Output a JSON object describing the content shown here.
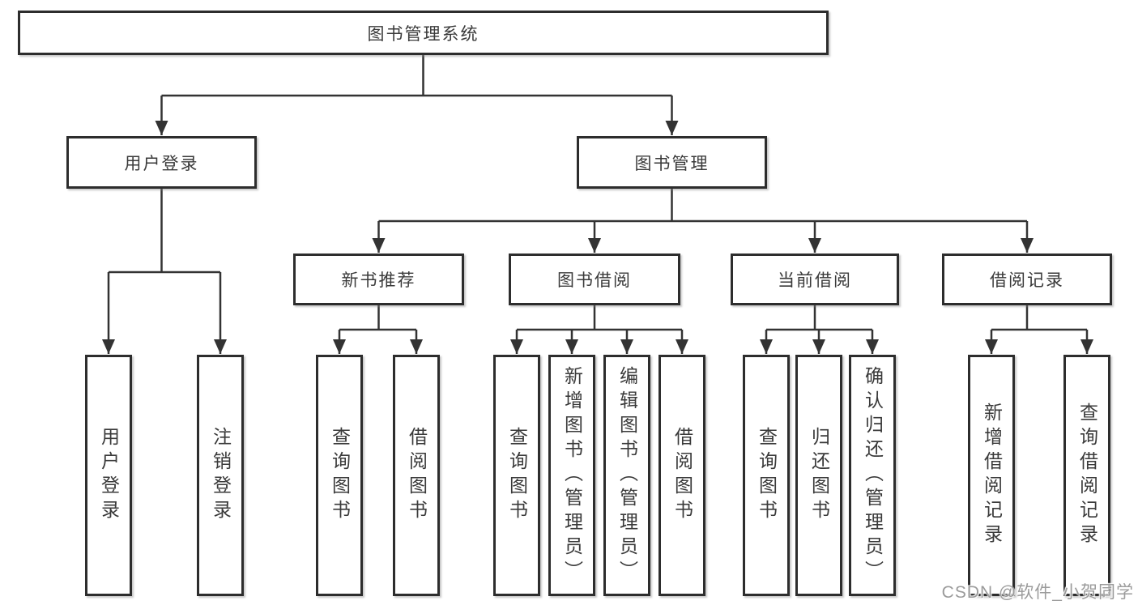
{
  "colors": {
    "line": "#333333",
    "box_border": "#2d2d2d",
    "box_background": "#ffffff",
    "text": "#3a3a3a",
    "watermark": "#9b9b9b"
  },
  "watermark": {
    "text": "CSDN @软件_小贺同学"
  },
  "tree": {
    "root": {
      "label": "图书管理系统"
    },
    "branches": [
      {
        "label": "用户登录",
        "children": [
          "用户登录",
          "注销登录"
        ]
      },
      {
        "label": "图书管理",
        "children": [
          {
            "label": "新书推荐",
            "children": [
              "查询图书",
              "借阅图书"
            ]
          },
          {
            "label": "图书借阅",
            "children": [
              "查询图书",
              "新增图书（管理员）",
              "编辑图书（管理员）",
              "借阅图书"
            ]
          },
          {
            "label": "当前借阅",
            "children": [
              "查询图书",
              "归还图书",
              "确认归还（管理员）"
            ]
          },
          {
            "label": "借阅记录",
            "children": [
              "新增借阅记录",
              "查询借阅记录"
            ]
          }
        ]
      }
    ]
  }
}
